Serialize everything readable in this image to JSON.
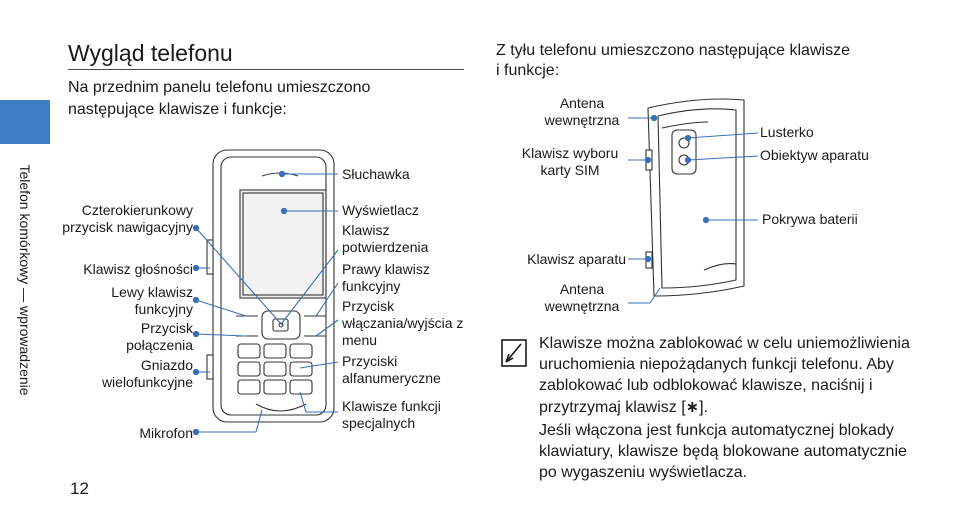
{
  "side_tab": {
    "text": "Telefon komórkowy — wprowadzenie",
    "color": "#3c7dc4"
  },
  "title": "Wygląd telefonu",
  "front_intro": "Na przednim panelu telefonu umieszczono następujące klawisze i funkcje:",
  "front_left_labels": {
    "nav_key": "Czterokierunkowy przycisk nawigacyjny",
    "volume_key": "Klawisz głośności",
    "left_soft_key": "Lewy klawisz funkcyjny",
    "call_key": "Przycisk połączenia",
    "multi_socket": "Gniazdo wielofunkcyjne",
    "microphone": "Mikrofon"
  },
  "front_right_labels": {
    "earpiece": "Słuchawka",
    "display": "Wyświetlacz",
    "confirm_key": "Klawisz potwierdzenia",
    "right_soft_key": "Prawy klawisz funkcyjny",
    "power_key": "Przycisk włączania/wyjścia z menu",
    "alnum_keys": "Przyciski alfanumeryczne",
    "special_keys": "Klawisze funkcji specjalnych"
  },
  "page_number": "12",
  "back_intro": "Z tyłu telefonu umieszczono następujące klawisze i funkcje:",
  "back_left_labels": {
    "antenna_top": "Antena wewnętrzna",
    "sim_key": "Klawisz wyboru karty SIM",
    "camera_key": "Klawisz aparatu",
    "antenna_bottom": "Antena wewnętrzna"
  },
  "back_right_labels": {
    "mirror": "Lusterko",
    "camera_lens": "Obiektyw aparatu",
    "battery_cover": "Pokrywa baterii"
  },
  "note": {
    "icon": "pencil-note-icon",
    "p1_before": "Klawisze można zablokować w celu uniemożliwienia uruchomienia niepożądanych funkcji telefonu. Aby zablokować lub odblokować klawisze, naciśnij i przytrzymaj klawisz [",
    "p1_key": "∗",
    "p1_after": "].",
    "p2": "Jeśli włączona jest funkcja automatycznej blokady klawiatury, klawisze będą blokowane automatycznie po wygaszeniu wyświetlacza."
  }
}
